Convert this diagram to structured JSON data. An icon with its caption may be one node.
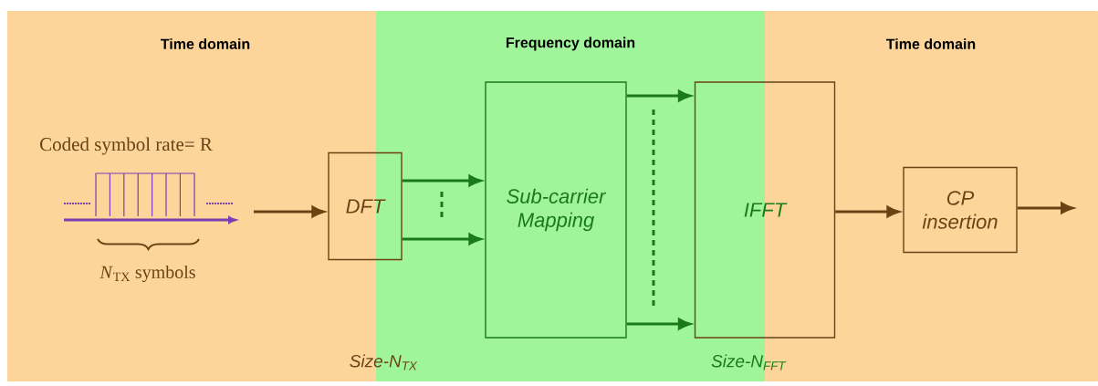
{
  "diagram": {
    "nodes": [
      {
        "text": [
          "DFT"
        ]
      },
      {
        "text": [
          "Sub-carrier Mapping"
        ]
      },
      {
        "text": [
          "IFFT"
        ]
      },
      {
        "text": [
          "CP insertion"
        ]
      }
    ],
    "edges": [
      {
        "from": null,
        "to": 0,
        "arrow": "to",
        "color": "#6b4214"
      },
      {
        "from": 0,
        "to": 1,
        "arrow": "to"
      },
      {
        "from": 0,
        "to": 1,
        "arrow": "to"
      },
      {
        "from": 1,
        "to": 2,
        "arrow": "to"
      },
      {
        "from": 1,
        "to": 2,
        "arrow": "to"
      },
      {
        "from": 2,
        "to": 3,
        "arrow": "to",
        "color": "#6b4214"
      },
      {
        "from": 3,
        "to": null,
        "arrow": "to",
        "color": "#6b4214"
      }
    ],
    "labels": [
      "Time domain",
      "Frequency domain",
      "Time domain",
      "Coded symbol rate= R",
      "*N*$_{TX}$ symbols",
      "Size-N$_{TX}$",
      "Size-N$_{FFT}$"
    ]
  }
}
